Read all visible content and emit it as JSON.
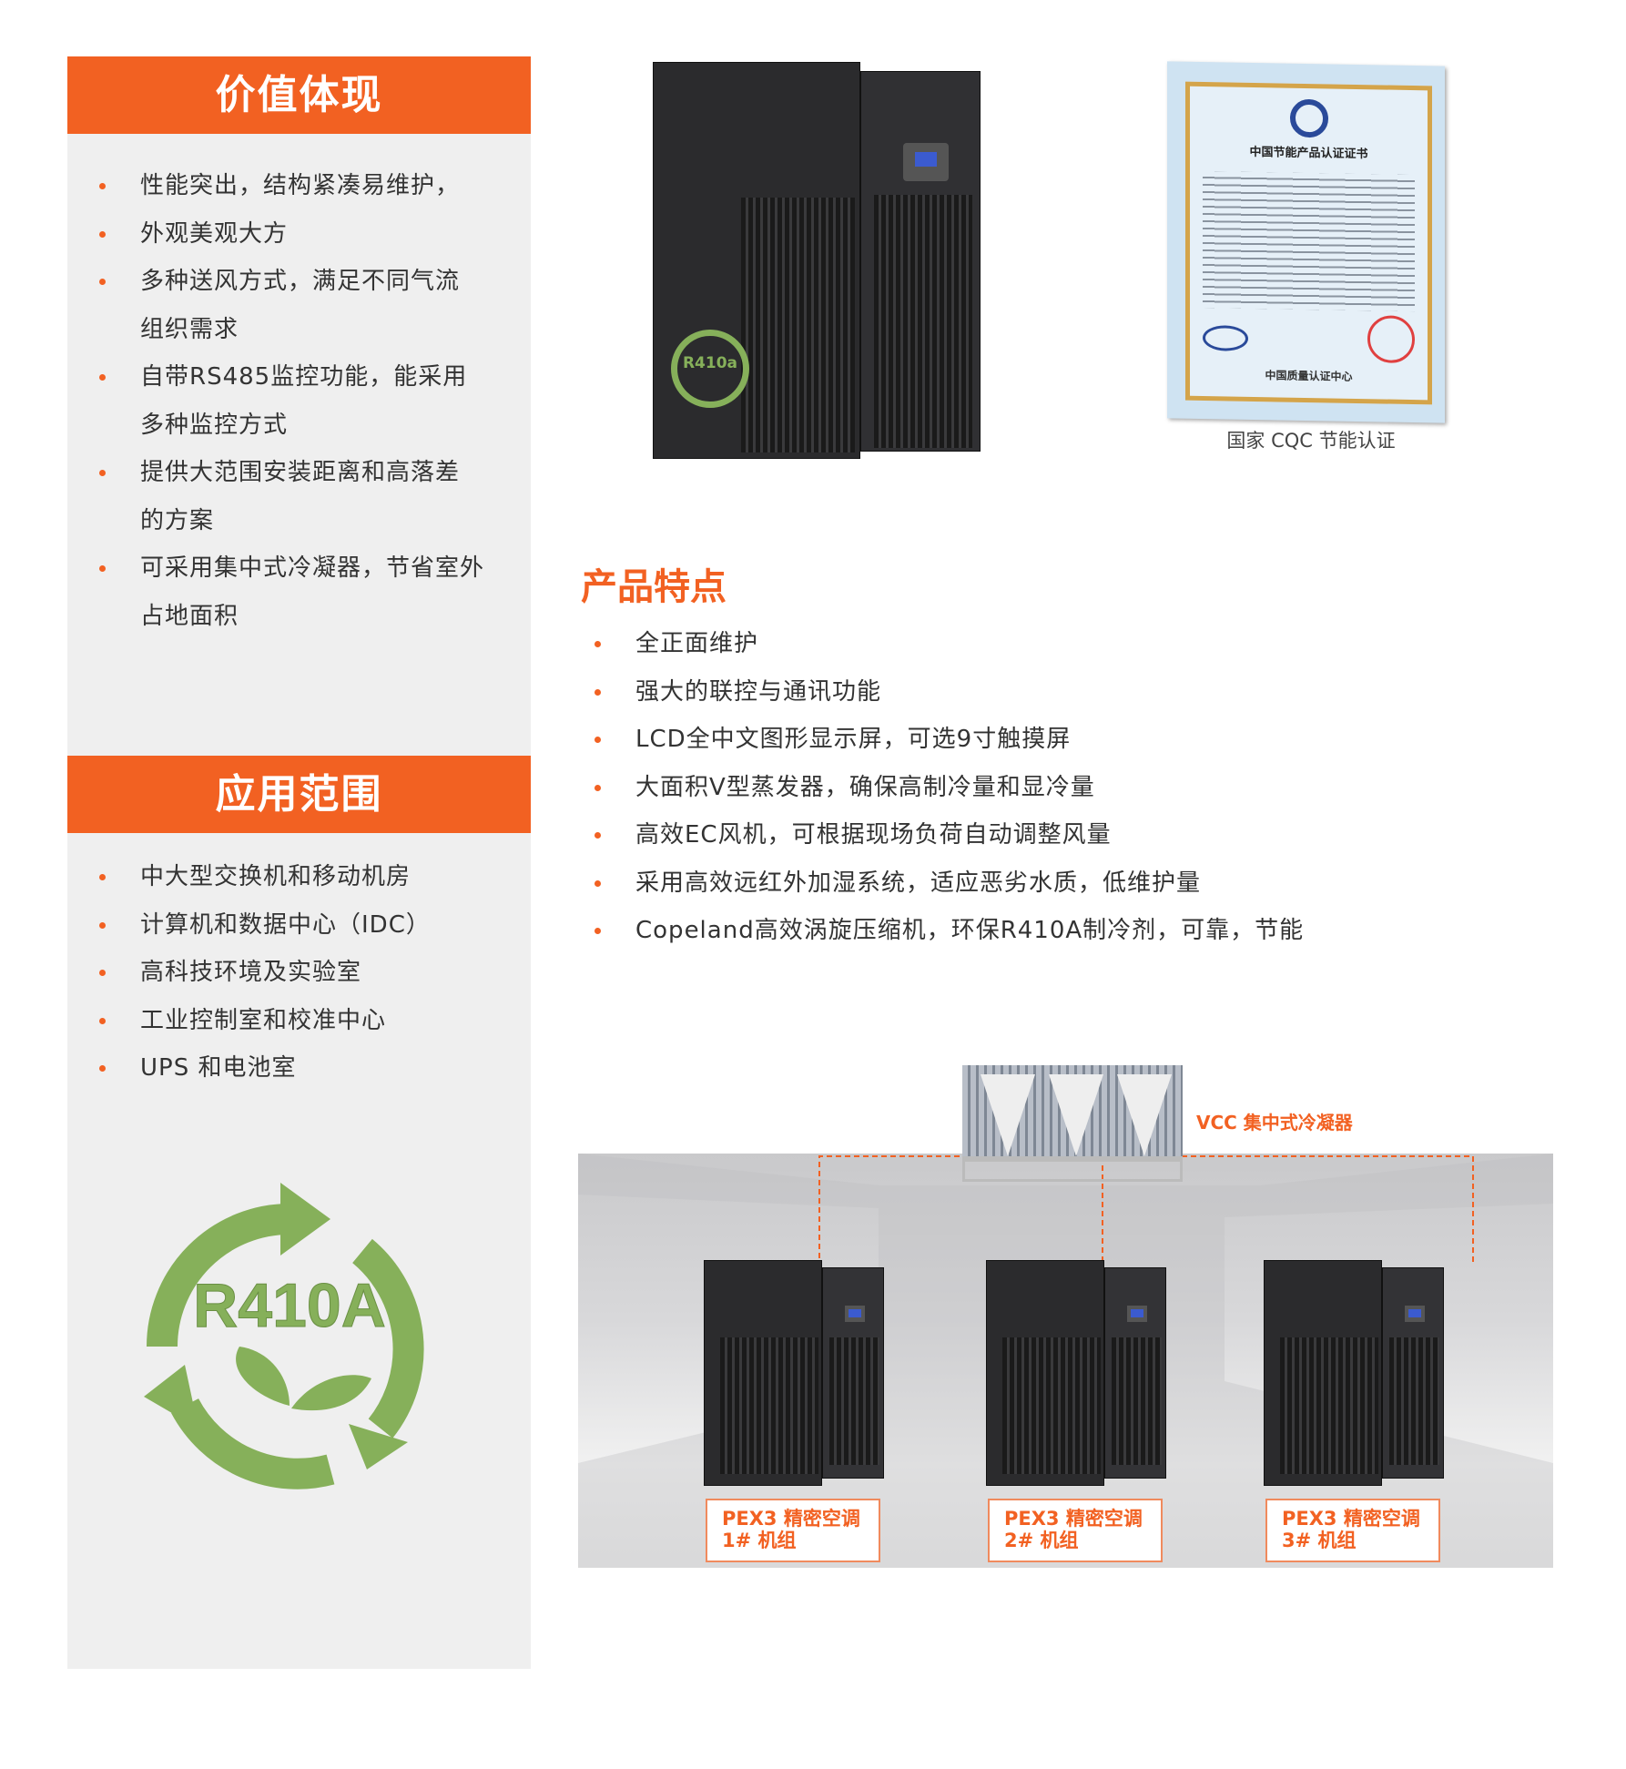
{
  "value_section": {
    "title": "价值体现",
    "items": [
      [
        "性能突出，结构紧凑易维护，"
      ],
      [
        "外观美观大方"
      ],
      [
        "多种送风方式，满足不同气流",
        "组织需求"
      ],
      [
        "自带RS485监控功能，能采用",
        "多种监控方式"
      ],
      [
        "提供大范围安装距离和高落差",
        "的方案"
      ],
      [
        "可采用集中式冷凝器，节省室外",
        "占地面积"
      ]
    ]
  },
  "application_section": {
    "title": "应用范围",
    "items": [
      "中大型交换机和移动机房",
      "计算机和数据中心（IDC）",
      "高科技环境及实验室",
      "工业控制室和校准中心",
      "UPS 和电池室"
    ]
  },
  "logo": {
    "text": "R410A",
    "color": "#86b05a"
  },
  "product_badge": "R410a",
  "certificate": {
    "title": "中国节能产品认证证书",
    "issuer": "中国质量认证中心",
    "caption": "国家 CQC 节能认证"
  },
  "features": {
    "title": "产品特点",
    "items": [
      "全正面维护",
      "强大的联控与通讯功能",
      "LCD全中文图形显示屏，可选9寸触摸屏",
      "大面积V型蒸发器，确保高制冷量和显冷量",
      "高效EC风机，可根据现场负荷自动调整风量",
      "采用高效远红外加湿系统，适应恶劣水质，低维护量",
      "Copeland高效涡旋压缩机，环保R410A制冷剂，可靠，节能"
    ]
  },
  "diagram": {
    "condenser_label": "VCC 集中式冷凝器",
    "units": [
      {
        "line1": "PEX3 精密空调",
        "line2": "1# 机组"
      },
      {
        "line1": "PEX3 精密空调",
        "line2": "2# 机组"
      },
      {
        "line1": "PEX3 精密空调",
        "line2": "3# 机组"
      }
    ]
  },
  "colors": {
    "accent": "#f26122",
    "panel": "#efefef"
  }
}
